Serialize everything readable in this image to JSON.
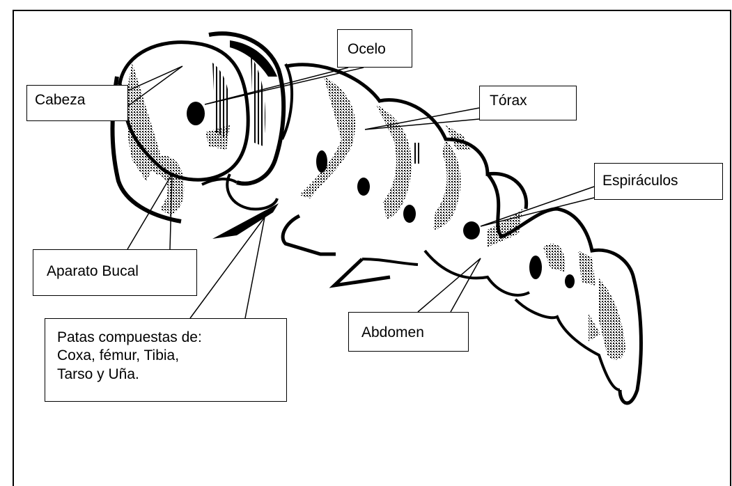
{
  "labels": {
    "cabeza": "Cabeza",
    "ocelo": "Ocelo",
    "torax": "Tórax",
    "espiraculos": "Espiráculos",
    "aparato_bucal": "Aparato Bucal",
    "abdomen": "Abdomen",
    "patas": [
      "Patas compuestas de:",
      "Coxa, fémur, Tibia,",
      "Tarso y Uña."
    ]
  }
}
